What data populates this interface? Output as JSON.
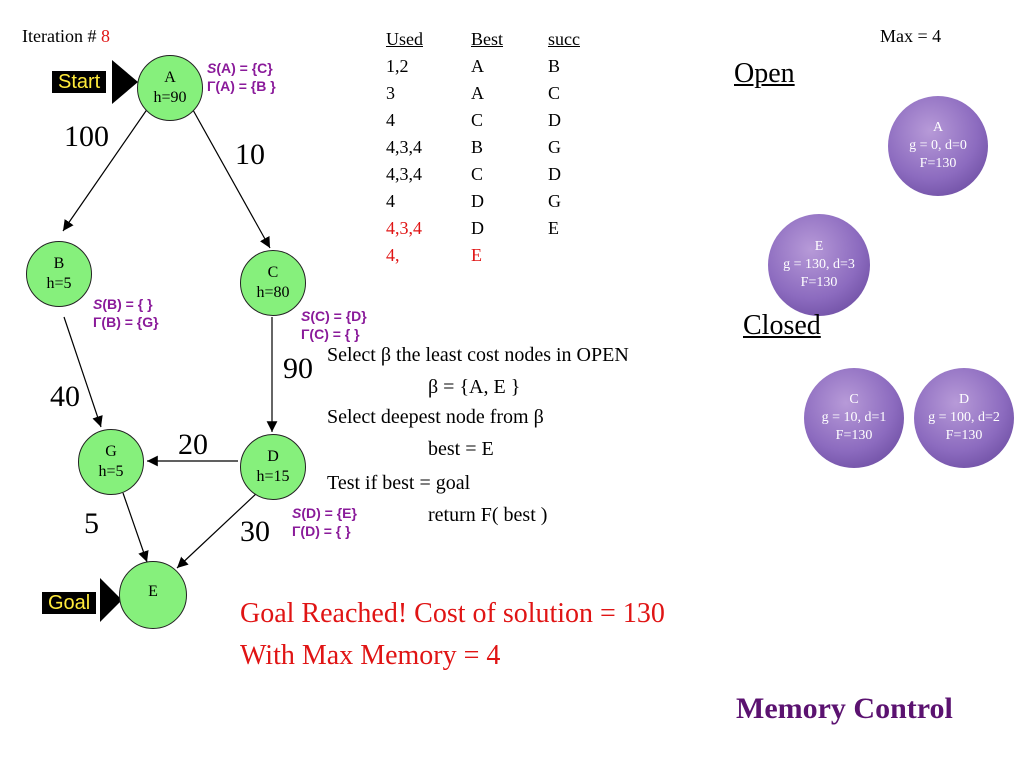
{
  "header": {
    "iteration_label": "Iteration # ",
    "iteration_value": "8",
    "max_label": "Max = 4"
  },
  "graph": {
    "nodes": {
      "A": {
        "name": "A",
        "h": "h=90"
      },
      "B": {
        "name": "B",
        "h": "h=5"
      },
      "C": {
        "name": "C",
        "h": "h=80"
      },
      "D": {
        "name": "D",
        "h": "h=15"
      },
      "G": {
        "name": "G",
        "h": "h=5"
      },
      "E": {
        "name": "E",
        "h": ""
      }
    },
    "weights": {
      "A_B": "100",
      "A_C": "10",
      "B_G": "40",
      "C_D": "90",
      "D_G": "20",
      "G_E": "5",
      "D_E": "30"
    },
    "start_label": "Start",
    "goal_label": "Goal",
    "sets": {
      "A": {
        "s": "(A) = {C}",
        "g": "(A) = {B }"
      },
      "B": {
        "s": "(B) = { }",
        "g": "(B) = {G}"
      },
      "C": {
        "s": "(C) = {D}",
        "g": "(C) = { }"
      },
      "D": {
        "s": "(D) = {E}",
        "g": "(D) = { }"
      }
    },
    "set_symbols": {
      "s": "S",
      "g": "Γ"
    }
  },
  "table": {
    "headers": {
      "used": "Used",
      "best": "Best",
      "succ": "succ"
    },
    "rows": [
      {
        "used": "1,2",
        "best": "A",
        "succ": "B"
      },
      {
        "used": "3",
        "best": "A",
        "succ": "C"
      },
      {
        "used": "4",
        "best": "C",
        "succ": "D"
      },
      {
        "used": "4,3,4",
        "best": "B",
        "succ": "G"
      },
      {
        "used": "4,3,4",
        "best": "C",
        "succ": "D"
      },
      {
        "used": "4",
        "best": "D",
        "succ": "G"
      },
      {
        "used": "4,3,4",
        "best": "D",
        "succ": "E"
      },
      {
        "used": "4,",
        "best": "E",
        "succ": ""
      }
    ]
  },
  "open": {
    "title": "Open",
    "nodes": [
      {
        "name": "A",
        "gd": "g = 0, d=0",
        "f": "F=130"
      },
      {
        "name": "E",
        "gd": "g = 130, d=3",
        "f": "F=130"
      }
    ]
  },
  "closed": {
    "title": "Closed",
    "nodes": [
      {
        "name": "C",
        "gd": "g = 10, d=1",
        "f": "F=130"
      },
      {
        "name": "D",
        "gd": "g = 100, d=2",
        "f": "F=130"
      }
    ]
  },
  "steps": {
    "line1": "Select β the least cost nodes in OPEN",
    "line2": "β = {A, E }",
    "line3": "Select deepest node from β",
    "line4": "best = E",
    "line5": "Test if best = goal",
    "line6": "return F( best )"
  },
  "result": {
    "line1": "Goal Reached! Cost of solution = 130",
    "line2": "With Max Memory  = 4"
  },
  "footer": "Memory Control",
  "colors": {
    "node_fill": "#86f07c",
    "purple_node": "#8c6bbf",
    "highlight_red": "#e01414",
    "set_text": "#8a1a9a",
    "footer_text": "#5b1270",
    "tag_text": "#ffeb3b"
  },
  "icons": {
    "start": "arrow-right-icon",
    "goal": "arrow-right-icon"
  }
}
